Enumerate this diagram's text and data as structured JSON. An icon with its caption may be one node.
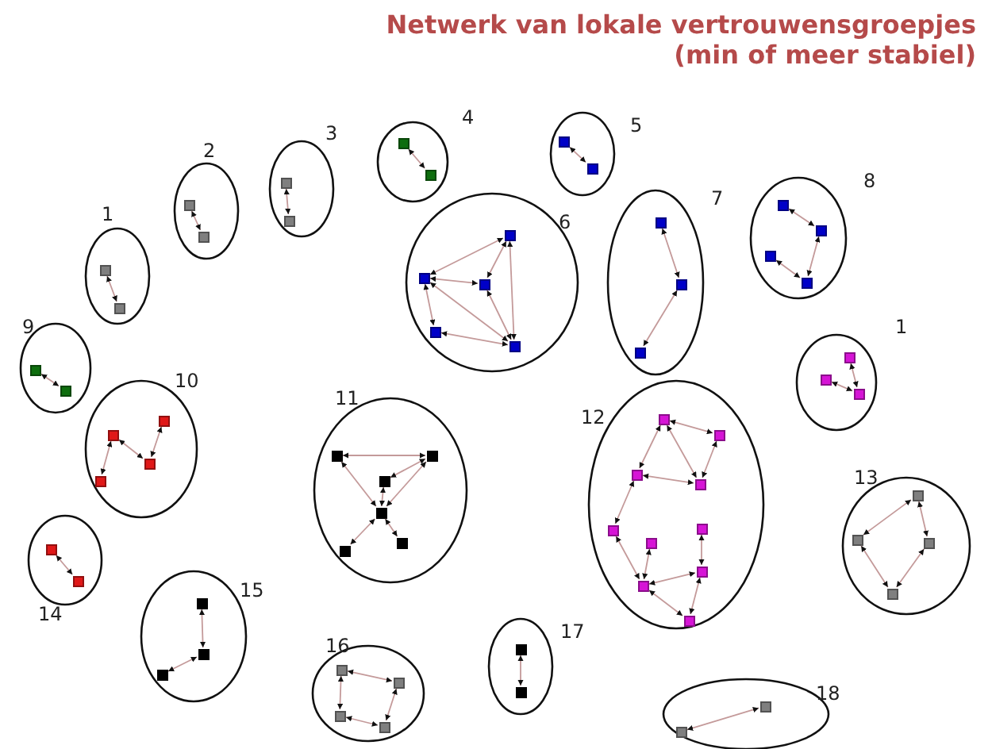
{
  "diagram": {
    "title": "Netwerk van lokale vertrouwensgroepjes (min of meer stabiel)",
    "nodes": [
      {
        "text": [
          "1"
        ]
      },
      {
        "text": [],
        "shape": "box",
        "in": 0
      },
      {
        "text": [],
        "shape": "box",
        "in": 0
      },
      {
        "text": [
          "2"
        ]
      },
      {
        "text": [],
        "shape": "box",
        "in": 3
      },
      {
        "text": [],
        "shape": "box",
        "in": 3
      },
      {
        "text": [
          "3"
        ]
      },
      {
        "text": [],
        "shape": "box",
        "in": 6
      },
      {
        "text": [],
        "shape": "box",
        "in": 6
      },
      {
        "text": [
          "4"
        ]
      },
      {
        "text": [],
        "shape": "box",
        "in": 9
      },
      {
        "text": [],
        "shape": "box",
        "in": 9
      },
      {
        "text": [
          "5"
        ]
      },
      {
        "text": [],
        "shape": "box",
        "in": 12
      },
      {
        "text": [],
        "shape": "box",
        "in": 12
      },
      {
        "text": [
          "6"
        ]
      },
      {
        "text": [],
        "shape": "box",
        "in": 15
      },
      {
        "text": [],
        "shape": "box",
        "in": 15
      },
      {
        "text": [],
        "shape": "box",
        "in": 15
      },
      {
        "text": [],
        "shape": "box",
        "in": 15
      },
      {
        "text": [],
        "shape": "box",
        "in": 15
      },
      {
        "text": [
          "7"
        ]
      },
      {
        "text": [],
        "shape": "box",
        "in": 21
      },
      {
        "text": [],
        "shape": "box",
        "in": 21
      },
      {
        "text": [],
        "shape": "box",
        "in": 21
      },
      {
        "text": [
          "8"
        ]
      },
      {
        "text": [],
        "shape": "box",
        "in": 25
      },
      {
        "text": [],
        "shape": "box",
        "in": 25
      },
      {
        "text": [],
        "shape": "box",
        "in": 25
      },
      {
        "text": [],
        "shape": "box",
        "in": 25
      },
      {
        "text": [
          "1"
        ]
      },
      {
        "text": [],
        "shape": "box",
        "in": 30
      },
      {
        "text": [],
        "shape": "box",
        "in": 30
      },
      {
        "text": [],
        "shape": "box",
        "in": 30
      },
      {
        "text": [
          "9"
        ]
      },
      {
        "text": [],
        "shape": "box",
        "in": 34
      },
      {
        "text": [],
        "shape": "box",
        "in": 34
      },
      {
        "text": [
          "10"
        ]
      },
      {
        "text": [],
        "shape": "box",
        "in": 37
      },
      {
        "text": [],
        "shape": "box",
        "in": 37
      },
      {
        "text": [],
        "shape": "box",
        "in": 37
      },
      {
        "text": [],
        "shape": "box",
        "in": 37
      },
      {
        "text": [
          "11"
        ]
      },
      {
        "text": [],
        "shape": "box",
        "in": 42
      },
      {
        "text": [],
        "shape": "box",
        "in": 42
      },
      {
        "text": [],
        "shape": "box",
        "in": 42
      },
      {
        "text": [],
        "shape": "box",
        "in": 42
      },
      {
        "text": [],
        "shape": "box",
        "in": 42
      },
      {
        "text": [],
        "shape": "box",
        "in": 42
      },
      {
        "text": [
          "12"
        ]
      },
      {
        "text": [],
        "shape": "box",
        "in": 49
      },
      {
        "text": [],
        "shape": "box",
        "in": 49
      },
      {
        "text": [],
        "shape": "box",
        "in": 49
      },
      {
        "text": [],
        "shape": "box",
        "in": 49
      },
      {
        "text": [],
        "shape": "box",
        "in": 49
      },
      {
        "text": [],
        "shape": "box",
        "in": 49
      },
      {
        "text": [],
        "shape": "box",
        "in": 49
      },
      {
        "text": [],
        "shape": "box",
        "in": 49
      },
      {
        "text": [],
        "shape": "box",
        "in": 49
      },
      {
        "text": [],
        "shape": "box",
        "in": 49
      },
      {
        "text": [
          "13"
        ]
      },
      {
        "text": [],
        "shape": "box",
        "in": 60
      },
      {
        "text": [],
        "shape": "box",
        "in": 60
      },
      {
        "text": [],
        "shape": "box",
        "in": 60
      },
      {
        "text": [],
        "shape": "box",
        "in": 60
      },
      {
        "text": [
          "14"
        ]
      },
      {
        "text": [],
        "shape": "box",
        "in": 65
      },
      {
        "text": [],
        "shape": "box",
        "in": 65
      },
      {
        "text": [
          "15"
        ]
      },
      {
        "text": [],
        "shape": "box",
        "in": 68
      },
      {
        "text": [],
        "shape": "box",
        "in": 68
      },
      {
        "text": [],
        "shape": "box",
        "in": 68
      },
      {
        "text": [
          "16"
        ]
      },
      {
        "text": [],
        "shape": "box",
        "in": 72
      },
      {
        "text": [],
        "shape": "box",
        "in": 72
      },
      {
        "text": [],
        "shape": "box",
        "in": 72
      },
      {
        "text": [],
        "shape": "box",
        "in": 72
      },
      {
        "text": [
          "17"
        ]
      },
      {
        "text": [],
        "shape": "box",
        "in": 77
      },
      {
        "text": [],
        "shape": "box",
        "in": 77
      },
      {
        "text": [
          "18"
        ]
      },
      {
        "text": [],
        "shape": "box",
        "in": 80
      },
      {
        "text": [],
        "shape": "box",
        "in": 80
      }
    ],
    "edges": [
      {
        "from": 1,
        "to": 2,
        "arrow": "both"
      },
      {
        "from": 4,
        "to": 5,
        "arrow": "both"
      },
      {
        "from": 7,
        "to": 8,
        "arrow": "both"
      },
      {
        "from": 10,
        "to": 11,
        "arrow": "both"
      },
      {
        "from": 13,
        "to": 14,
        "arrow": "both"
      },
      {
        "from": 17,
        "to": 16,
        "arrow": "both"
      },
      {
        "from": 18,
        "to": 16,
        "arrow": "both"
      },
      {
        "from": 17,
        "to": 18,
        "arrow": "both"
      },
      {
        "from": 16,
        "to": 20,
        "arrow": "both"
      },
      {
        "from": 18,
        "to": 20,
        "arrow": "both"
      },
      {
        "from": 17,
        "to": 19,
        "arrow": "both"
      },
      {
        "from": 19,
        "to": 20,
        "arrow": "both"
      },
      {
        "from": 17,
        "to": 20,
        "arrow": "both"
      },
      {
        "from": 22,
        "to": 23,
        "arrow": "both"
      },
      {
        "from": 23,
        "to": 24,
        "arrow": "both"
      },
      {
        "from": 26,
        "to": 27,
        "arrow": "both"
      },
      {
        "from": 27,
        "to": 29,
        "arrow": "both"
      },
      {
        "from": 28,
        "to": 29,
        "arrow": "both"
      },
      {
        "from": 31,
        "to": 33,
        "arrow": "both"
      },
      {
        "from": 32,
        "to": 33,
        "arrow": "both"
      },
      {
        "from": 35,
        "to": 36,
        "arrow": "both"
      },
      {
        "from": 38,
        "to": 40,
        "arrow": "both"
      },
      {
        "from": 39,
        "to": 40,
        "arrow": "both"
      },
      {
        "from": 39,
        "to": 41,
        "arrow": "both"
      },
      {
        "from": 43,
        "to": 44,
        "arrow": "both"
      },
      {
        "from": 43,
        "to": 46,
        "arrow": "both"
      },
      {
        "from": 44,
        "to": 45,
        "arrow": "both"
      },
      {
        "from": 45,
        "to": 46,
        "arrow": "both"
      },
      {
        "from": 44,
        "to": 46,
        "arrow": "both"
      },
      {
        "from": 46,
        "to": 47,
        "arrow": "both"
      },
      {
        "from": 46,
        "to": 48,
        "arrow": "both"
      },
      {
        "from": 50,
        "to": 51,
        "arrow": "both"
      },
      {
        "from": 50,
        "to": 52,
        "arrow": "both"
      },
      {
        "from": 50,
        "to": 53,
        "arrow": "both"
      },
      {
        "from": 51,
        "to": 53,
        "arrow": "both"
      },
      {
        "from": 52,
        "to": 53,
        "arrow": "both"
      },
      {
        "from": 52,
        "to": 54,
        "arrow": "both"
      },
      {
        "from": 54,
        "to": 58,
        "arrow": "both"
      },
      {
        "from": 56,
        "to": 58,
        "arrow": "both"
      },
      {
        "from": 58,
        "to": 57,
        "arrow": "both"
      },
      {
        "from": 57,
        "to": 55,
        "arrow": "both"
      },
      {
        "from": 57,
        "to": 59,
        "arrow": "both"
      },
      {
        "from": 58,
        "to": 59,
        "arrow": "both"
      },
      {
        "from": 61,
        "to": 62,
        "arrow": "both"
      },
      {
        "from": 61,
        "to": 63,
        "arrow": "both"
      },
      {
        "from": 63,
        "to": 64,
        "arrow": "both"
      },
      {
        "from": 62,
        "to": 64,
        "arrow": "both"
      },
      {
        "from": 66,
        "to": 67,
        "arrow": "both"
      },
      {
        "from": 69,
        "to": 70,
        "arrow": "both"
      },
      {
        "from": 70,
        "to": 71,
        "arrow": "both"
      },
      {
        "from": 73,
        "to": 74,
        "arrow": "both"
      },
      {
        "from": 73,
        "to": 75,
        "arrow": "both"
      },
      {
        "from": 74,
        "to": 76,
        "arrow": "both"
      },
      {
        "from": 75,
        "to": 76,
        "arrow": "both"
      },
      {
        "from": 78,
        "to": 79,
        "arrow": "both"
      },
      {
        "from": 81,
        "to": 82,
        "arrow": "both"
      }
    ]
  }
}
